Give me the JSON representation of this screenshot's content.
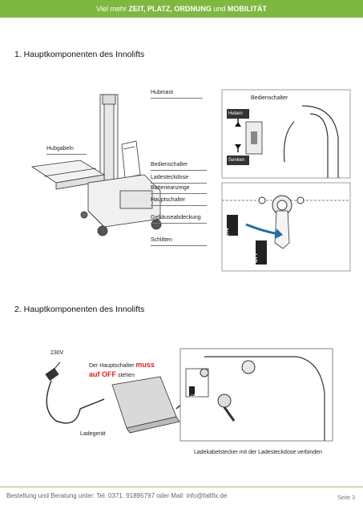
{
  "header": {
    "prefix": "Viel mehr",
    "highlight": "ZEIT, PLATZ, ORDNUNG",
    "mid": "und",
    "last": "MOBILITÄT"
  },
  "section1": {
    "title": "1. Hauptkomponenten des Innolifts",
    "labels": {
      "hubmast": "Hubmast",
      "bedienschalter_top": "Bedienschalter",
      "hubgabeln": "Hubgabeln",
      "bedienschalter": "Bedienschalter",
      "ladesteckdose": "Ladesteckdose",
      "batterieanzeige": "Batterieanzeige",
      "hauptschalter": "Hauptschalter",
      "gehaeuseabdeckung": "Gehäuseabdeckung",
      "schlitten": "Schlitten",
      "heben": "Heben",
      "senken": "Senken",
      "on": "ON",
      "off": "OFF"
    }
  },
  "section2": {
    "title": "2. Hauptkomponenten des Innolifts",
    "labels": {
      "voltage": "230V",
      "note_pre": "Der Hauptschalter",
      "note_emph": "muss",
      "note_emph2": "auf OFF",
      "note_post": "stehen",
      "ladegeraet": "Ladegerät",
      "connect": "Ladekabelstecker mit der Ladesteckdose verbinden",
      "off_small": "OFF"
    }
  },
  "footer": {
    "text": "Bestellung und Beratung unter: Tel. 0371. 91895797 oder Mail: info@faltfix.de",
    "page": "Seite 3"
  }
}
